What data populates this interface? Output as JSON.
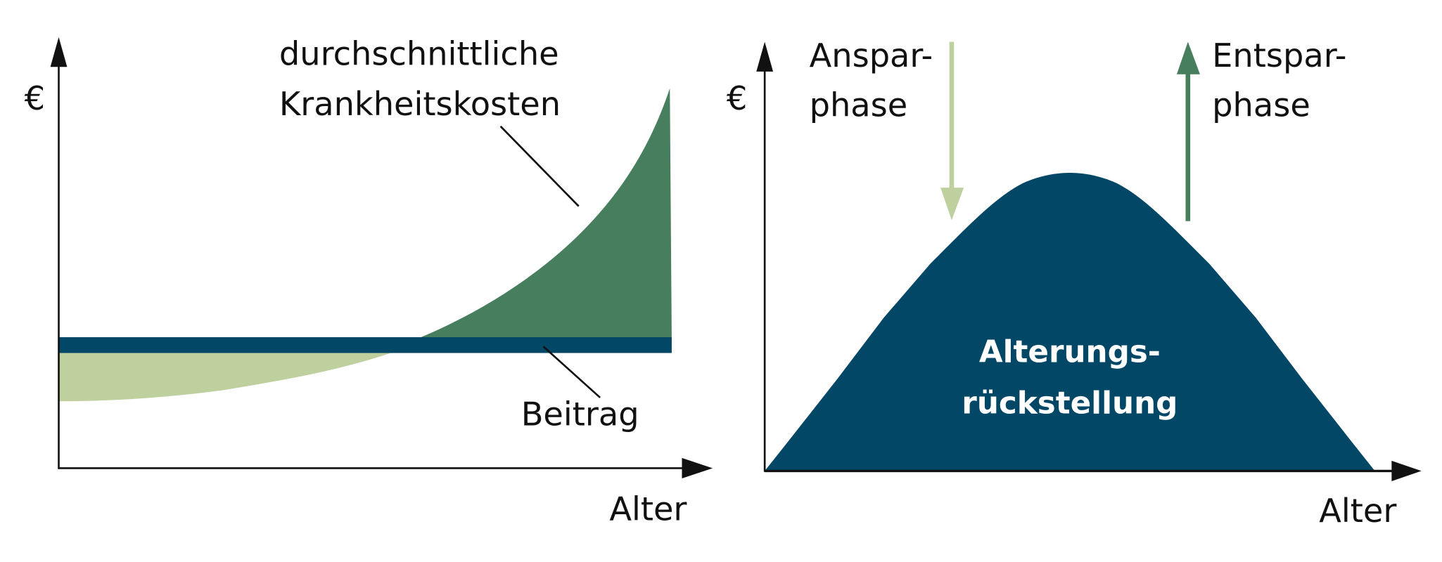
{
  "colors": {
    "cost_dark": "#477e5d",
    "premium_light": "#bfd09f",
    "band": "#034766",
    "axis": "#111111"
  },
  "left": {
    "y_axis_label": "€",
    "x_axis_label": "Alter",
    "cost_label_line1": "durchschnittliche",
    "cost_label_line2": "Krankheitskosten",
    "premium_label": "Beitrag"
  },
  "right": {
    "y_axis_label": "€",
    "x_axis_label": "Alter",
    "saving_label_line1": "Anspar-",
    "saving_label_line2": "phase",
    "spending_label_line1": "Entspar-",
    "spending_label_line2": "phase",
    "reserve_label_line1": "Alterungs-",
    "reserve_label_line2": "rückstellung"
  }
}
